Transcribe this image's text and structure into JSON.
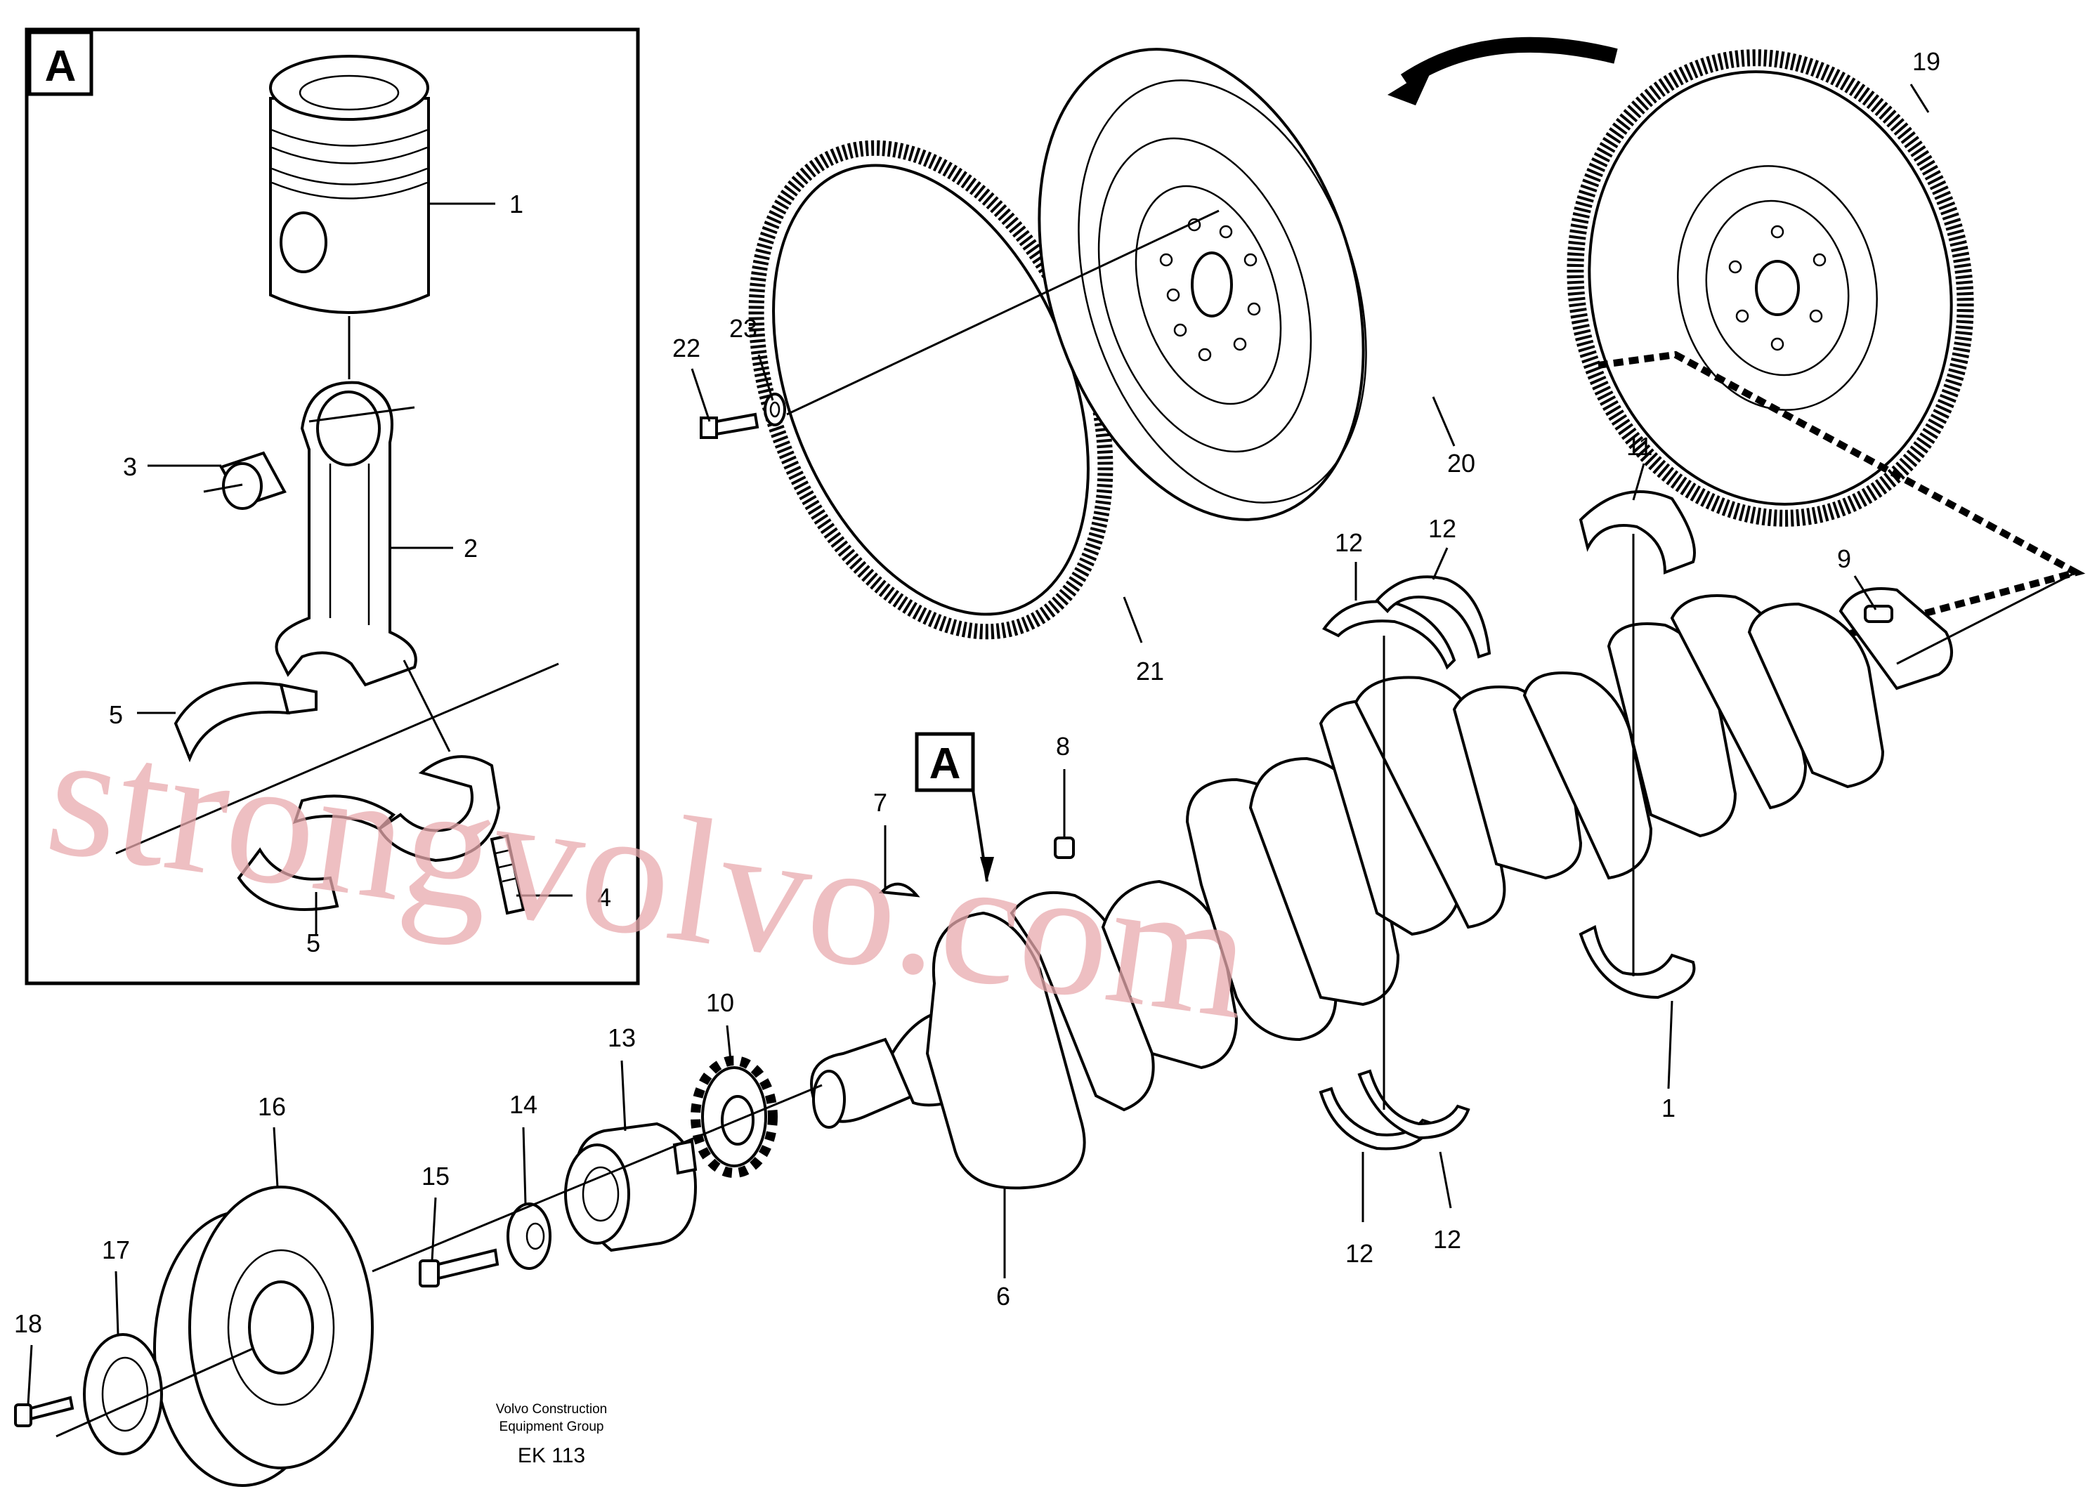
{
  "detail_box": {
    "letter": "A"
  },
  "detail_marker": {
    "letter": "A"
  },
  "labels": {
    "n1_piston": "1",
    "n2_rod": "2",
    "n3_bushing": "3",
    "n4_screw": "4",
    "n5_upper": "5",
    "n5_lower": "5",
    "n6_crankshaft": "6",
    "n7_key": "7",
    "n8_plug": "8",
    "n9_pin": "9",
    "n10_gear": "10",
    "n11_bearing": "11",
    "n12_a": "12",
    "n12_b": "12",
    "n12_c": "12",
    "n12_d": "12",
    "n1_bearing": "1",
    "n13_hub": "13",
    "n14_washer": "14",
    "n15_screw": "15",
    "n16_damper": "16",
    "n17_plate": "17",
    "n18_screw": "18",
    "n19_flywheel": "19",
    "n20_flywheel": "20",
    "n21_ring_gear": "21",
    "n22_screw": "22",
    "n23_washer": "23"
  },
  "footer": {
    "line1": "Volvo Construction",
    "line2": "Equipment Group",
    "code": "EK 113"
  },
  "watermark": "strongvolvo.com"
}
